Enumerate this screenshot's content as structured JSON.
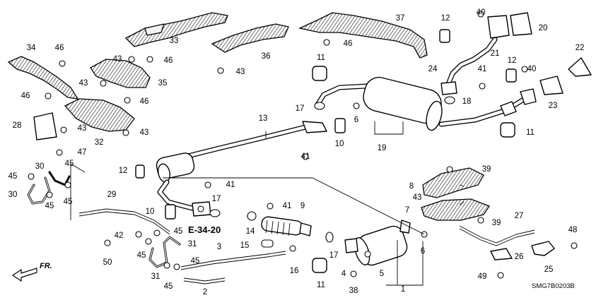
{
  "diagram": {
    "reference_label": "E-34-20",
    "drawing_code": "SMG7B0203B",
    "direction_label": "FR.",
    "callouts": [
      {
        "id": "c1",
        "label": "1"
      },
      {
        "id": "c2",
        "label": "2"
      },
      {
        "id": "c3",
        "label": "3"
      },
      {
        "id": "c4",
        "label": "4"
      },
      {
        "id": "c5",
        "label": "5"
      },
      {
        "id": "c6a",
        "label": "6"
      },
      {
        "id": "c6b",
        "label": "6"
      },
      {
        "id": "c7",
        "label": "7"
      },
      {
        "id": "c8",
        "label": "8"
      },
      {
        "id": "c9",
        "label": "9"
      },
      {
        "id": "c10a",
        "label": "10"
      },
      {
        "id": "c10b",
        "label": "10"
      },
      {
        "id": "c11a",
        "label": "11"
      },
      {
        "id": "c11b",
        "label": "11"
      },
      {
        "id": "c11c",
        "label": "11"
      },
      {
        "id": "c12a",
        "label": "12"
      },
      {
        "id": "c12b",
        "label": "12"
      },
      {
        "id": "c12c",
        "label": "12"
      },
      {
        "id": "c13",
        "label": "13"
      },
      {
        "id": "c14",
        "label": "14"
      },
      {
        "id": "c15",
        "label": "15"
      },
      {
        "id": "c16",
        "label": "16"
      },
      {
        "id": "c17a",
        "label": "17"
      },
      {
        "id": "c17b",
        "label": "17"
      },
      {
        "id": "c17c",
        "label": "17"
      },
      {
        "id": "c18",
        "label": "18"
      },
      {
        "id": "c19",
        "label": "19"
      },
      {
        "id": "c20",
        "label": "20"
      },
      {
        "id": "c21",
        "label": "21"
      },
      {
        "id": "c22",
        "label": "22"
      },
      {
        "id": "c23",
        "label": "23"
      },
      {
        "id": "c24",
        "label": "24"
      },
      {
        "id": "c25",
        "label": "25"
      },
      {
        "id": "c26",
        "label": "26"
      },
      {
        "id": "c27",
        "label": "27"
      },
      {
        "id": "c28",
        "label": "28"
      },
      {
        "id": "c29",
        "label": "29"
      },
      {
        "id": "c30a",
        "label": "30"
      },
      {
        "id": "c30b",
        "label": "30"
      },
      {
        "id": "c31a",
        "label": "31"
      },
      {
        "id": "c31b",
        "label": "31"
      },
      {
        "id": "c32",
        "label": "32"
      },
      {
        "id": "c33",
        "label": "33"
      },
      {
        "id": "c34",
        "label": "34"
      },
      {
        "id": "c35",
        "label": "35"
      },
      {
        "id": "c36",
        "label": "36"
      },
      {
        "id": "c37",
        "label": "37"
      },
      {
        "id": "c38",
        "label": "38"
      },
      {
        "id": "c39a",
        "label": "39"
      },
      {
        "id": "c39b",
        "label": "39"
      },
      {
        "id": "c40a",
        "label": "40"
      },
      {
        "id": "c40b",
        "label": "40"
      },
      {
        "id": "c41a",
        "label": "41"
      },
      {
        "id": "c41b",
        "label": "41"
      },
      {
        "id": "c41c",
        "label": "41"
      },
      {
        "id": "c41d",
        "label": "41"
      },
      {
        "id": "c42",
        "label": "42"
      },
      {
        "id": "c43a",
        "label": "43"
      },
      {
        "id": "c43b",
        "label": "43"
      },
      {
        "id": "c43c",
        "label": "43"
      },
      {
        "id": "c43d",
        "label": "43"
      },
      {
        "id": "c43e",
        "label": "43"
      },
      {
        "id": "c43f",
        "label": "43"
      },
      {
        "id": "c45a",
        "label": "45"
      },
      {
        "id": "c45b",
        "label": "45"
      },
      {
        "id": "c45c",
        "label": "45"
      },
      {
        "id": "c45d",
        "label": "45"
      },
      {
        "id": "c45e",
        "label": "45"
      },
      {
        "id": "c45f",
        "label": "45"
      },
      {
        "id": "c45g",
        "label": "45"
      },
      {
        "id": "c45h",
        "label": "45"
      },
      {
        "id": "c46a",
        "label": "46"
      },
      {
        "id": "c46b",
        "label": "46"
      },
      {
        "id": "c46c",
        "label": "46"
      },
      {
        "id": "c46d",
        "label": "46"
      },
      {
        "id": "c46e",
        "label": "46"
      },
      {
        "id": "c47",
        "label": "47"
      },
      {
        "id": "c48",
        "label": "48"
      },
      {
        "id": "c49",
        "label": "49"
      },
      {
        "id": "c50",
        "label": "50"
      }
    ]
  }
}
